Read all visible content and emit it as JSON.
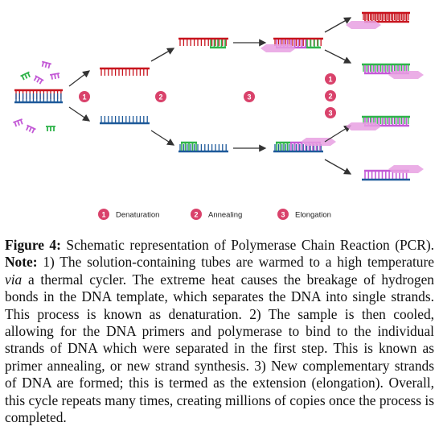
{
  "figure": {
    "step_markers": [
      "1",
      "2",
      "3"
    ],
    "cycle_markers": [
      "1",
      "2",
      "3"
    ],
    "legend": [
      {
        "number": "1",
        "label": "Denaturation"
      },
      {
        "number": "2",
        "label": "Annealing"
      },
      {
        "number": "3",
        "label": "Elongation"
      }
    ],
    "colors": {
      "template_red": "#c8141e",
      "template_blue": "#1e5a9a",
      "primer_green": "#2fb34a",
      "new_strand_purple": "#c35ad6",
      "polymerase_pink": "#e8a0e2",
      "marker_red": "#d9426b",
      "arrow": "#333333"
    }
  },
  "caption": {
    "label": "Figure 4:",
    "text_1": " Schematic representation of Polymerase Chain Reaction (PCR). ",
    "note_label": "Note:",
    "text_2": " 1) The solution-containing tubes are warmed to a high temperature ",
    "via": "via",
    "text_3": " a thermal cycler. The extreme heat causes the breakage of hydrogen bonds in the DNA template, which separates the DNA into single strands. This process is known as denaturation. 2) The sample is then cooled, allowing for the DNA primers and polymerase to bind to the individual strands of DNA which were separated in the first step. This is known as primer annealing, or new strand synthesis. 3) New complementary strands of DNA are formed; this is termed as the extension (elongation). Overall, this cycle repeats many times, creating millions of copies once the process is completed."
  }
}
